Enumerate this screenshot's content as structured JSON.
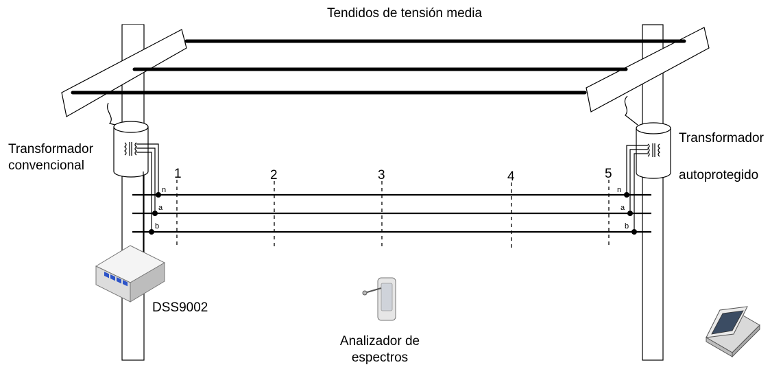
{
  "title": "Tendidos de tensión media",
  "left_transformer": {
    "line1": "Transformador",
    "line2": "convencional"
  },
  "right_transformer": {
    "line1": "Transformador",
    "line2": "autoprotegido"
  },
  "device_label": "DSS9002",
  "analyzer": {
    "line1": "Analizador de",
    "line2": "espectros"
  },
  "points": [
    "1",
    "2",
    "3",
    "4",
    "5"
  ],
  "phases": [
    "n",
    "a",
    "b"
  ]
}
